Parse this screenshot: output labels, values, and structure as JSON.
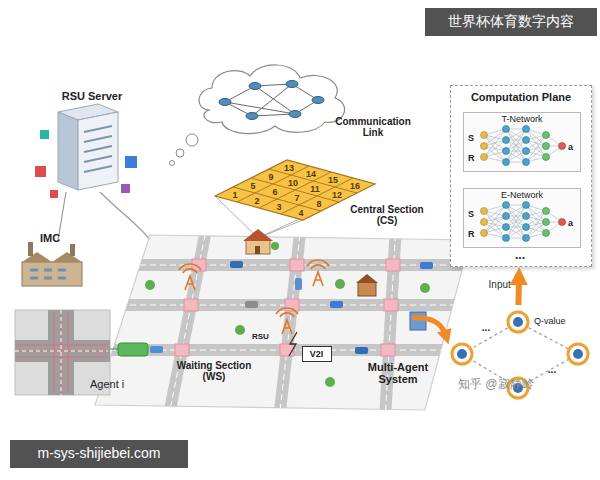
{
  "diagram": {
    "nodes": [
      {
        "text": [
          "Computation Plane"
        ]
      },
      {
        "text": [
          "T-Network",
          "S",
          "R",
          "a"
        ],
        "in": 0
      },
      {
        "text": [
          "E-Network",
          "S",
          "R",
          "a"
        ],
        "in": 0
      },
      {
        "text": [
          "Multi-Agent System"
        ]
      },
      {
        "text": [
          "V2I"
        ]
      }
    ],
    "edges": [
      {
        "from": 3,
        "to": 0,
        "label": "Input",
        "arrow": "to"
      }
    ],
    "labels": [
      "世界杯体育数字内容",
      "RSU Server",
      "Communication Link",
      "Central Section (CS)",
      "1",
      "2",
      "3",
      "4",
      "5",
      "6",
      "7",
      "8",
      "9",
      "10",
      "11",
      "12",
      "13",
      "14",
      "15",
      "16",
      "IMC",
      "Waiting Section (WS)",
      "Agent i",
      "RSU",
      "...",
      "Q-value",
      "...",
      "...",
      "知乎 @寂静岭",
      "m-sys-shijiebei.com"
    ]
  }
}
